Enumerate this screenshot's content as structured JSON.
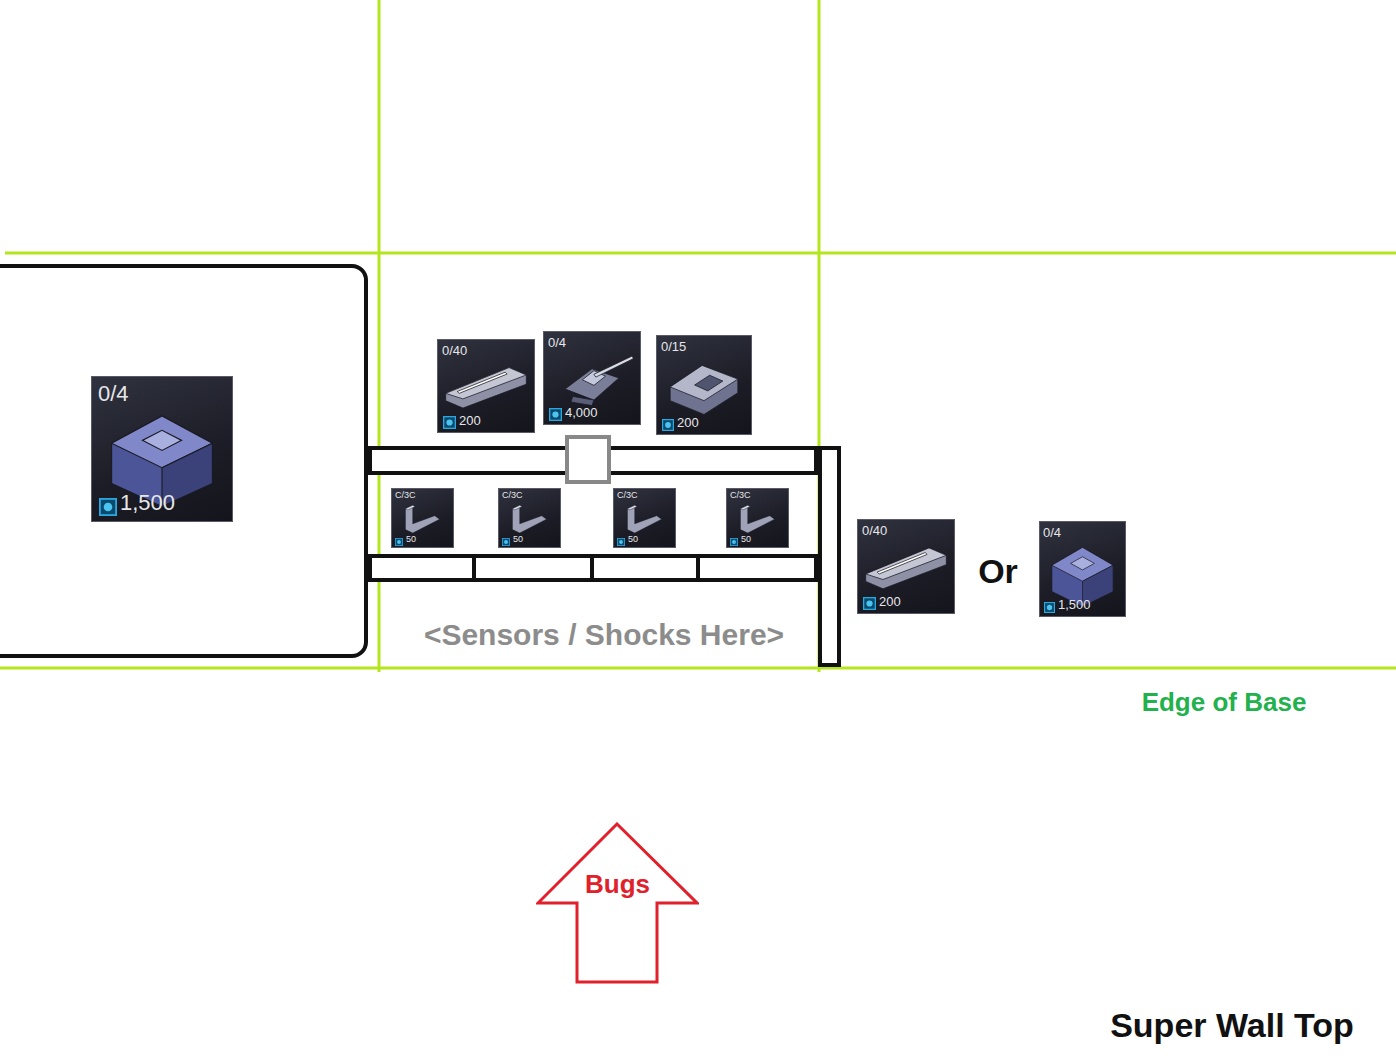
{
  "diagram": {
    "nodes": [
      {
        "text": [
          "0/4",
          "1,500"
        ]
      },
      {
        "text": [
          "0/40",
          "200"
        ]
      },
      {
        "text": [
          "0/4",
          "4,000"
        ]
      },
      {
        "text": [
          "0/15",
          "200"
        ]
      },
      {
        "text": [
          "C/3C",
          "50"
        ]
      },
      {
        "text": [
          "C/3C",
          "50"
        ]
      },
      {
        "text": [
          "C/3C",
          "50"
        ]
      },
      {
        "text": [
          "C/3C",
          "50"
        ]
      },
      {
        "text": [
          "0/40",
          "200"
        ]
      },
      {
        "text": [
          "0/4",
          "1,500"
        ]
      },
      {
        "text": [
          "Bugs"
        ]
      }
    ],
    "labels": [
      "<Sensors / Shocks Here>",
      "Or",
      "Edge of Base",
      "Super Wall Top"
    ]
  }
}
